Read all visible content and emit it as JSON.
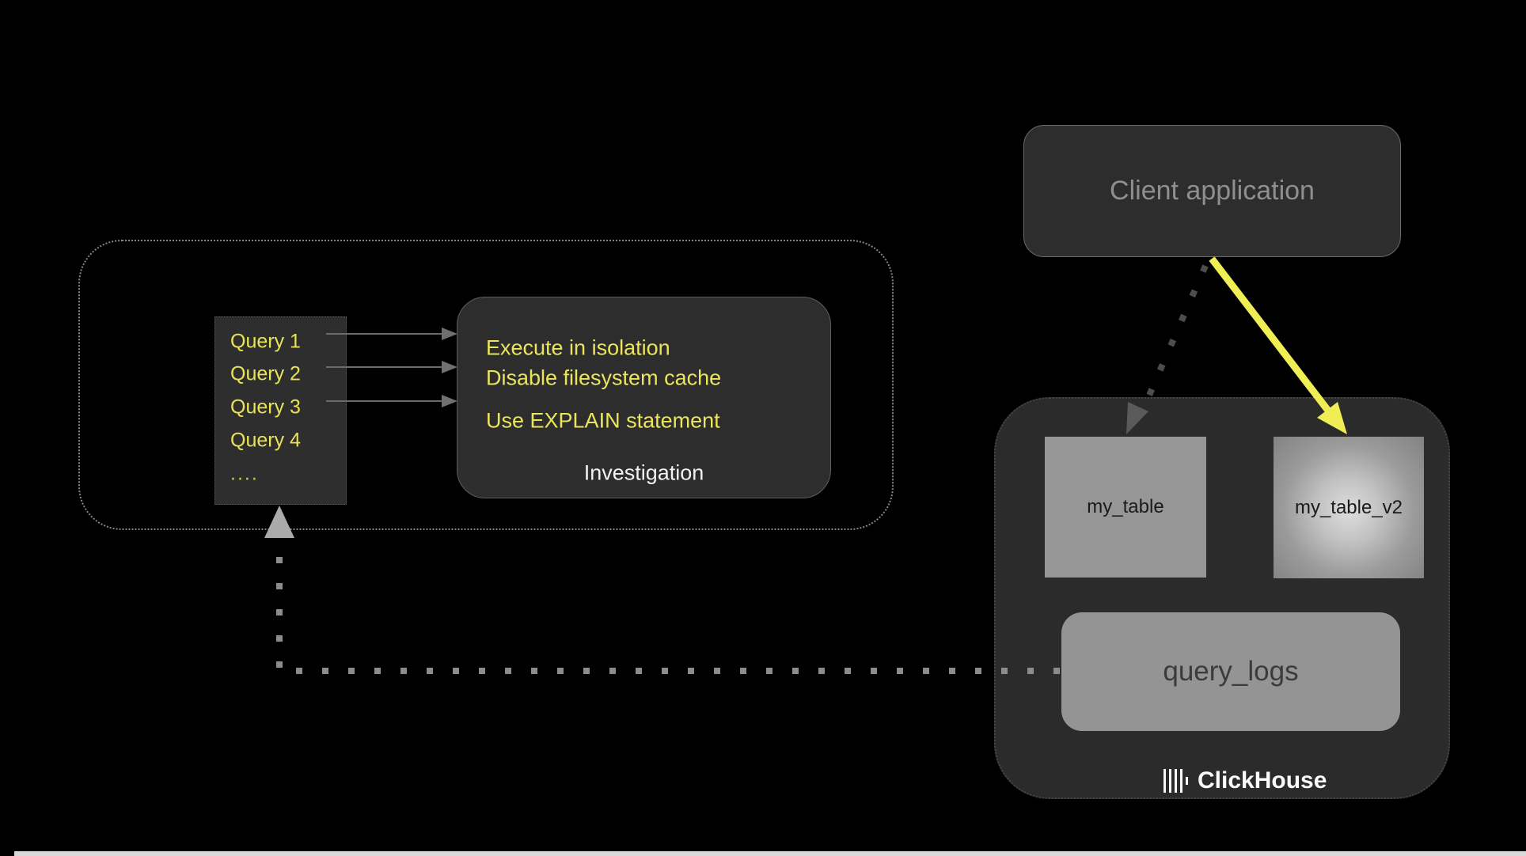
{
  "diagram": {
    "queries_panel": {
      "items": [
        "Query 1",
        "Query 2",
        "Query 3",
        "Query 4",
        "...."
      ]
    },
    "investigation_box": {
      "tips": [
        "Execute in isolation",
        "Disable filesystem cache",
        "Use EXPLAIN statement"
      ],
      "label": "Investigation"
    },
    "client_box": {
      "label": "Client application"
    },
    "clickhouse_panel": {
      "table_left": "my_table",
      "table_right": "my_table_v2",
      "logs_box": "query_logs",
      "brand": "ClickHouse"
    },
    "colors": {
      "accent_yellow": "#f0ee55",
      "text_yellow": "#ece55b",
      "dark_box": "#2d2d2d",
      "table_gray": "#969696",
      "logs_gray": "#949494",
      "dotted_gray": "#878787"
    }
  }
}
